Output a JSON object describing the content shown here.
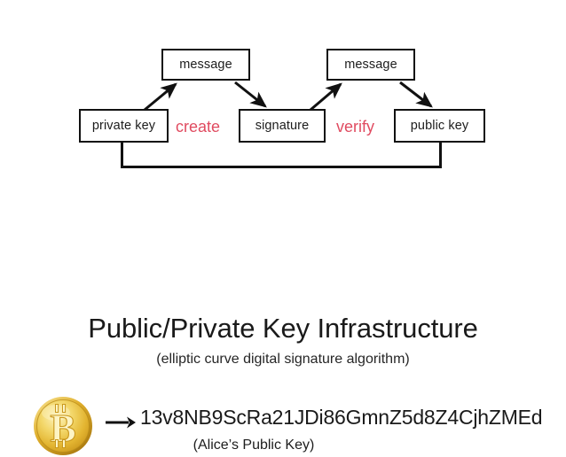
{
  "slide": {
    "background_color": "#ffffff",
    "accent_red": "#e04b60",
    "ink_color": "#111111",
    "coin_gold": "#e8b530"
  },
  "diagram": {
    "name": "signature-create-verify-flow",
    "nodes": {
      "message_left": "message",
      "message_right": "message",
      "private_key": "private key",
      "signature": "signature",
      "public_key": "public key"
    },
    "operations": {
      "create": "create",
      "verify": "verify"
    }
  },
  "address_row": {
    "coin_icon": "bitcoin-coin-icon",
    "arrow_icon": "right-arrow-icon",
    "coin_symbol": "Ƀ",
    "address": "13v8NB9ScRa21JDi86GmnZ5d8Z4CjhZMEd",
    "caption": "(Alice’s Public Key)"
  },
  "titles": {
    "main": "Public/Private Key Infrastructure",
    "sub": "(elliptic curve digital signature algorithm)"
  }
}
